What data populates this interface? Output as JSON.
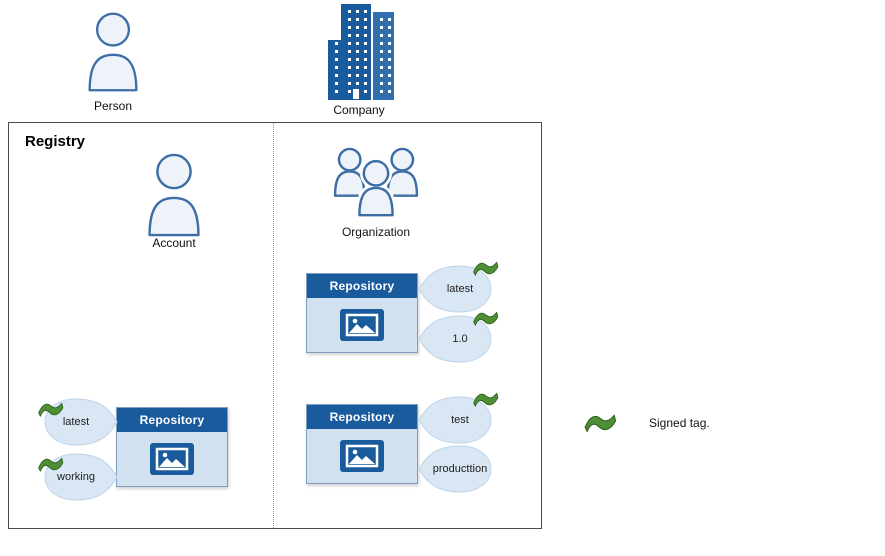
{
  "actors": {
    "person": "Person",
    "company": "Company"
  },
  "registry": {
    "label": "Registry",
    "account": {
      "label": "Account",
      "repository": {
        "header": "Repository",
        "tags": [
          {
            "label": "latest",
            "signed": true
          },
          {
            "label": "working",
            "signed": true
          }
        ]
      }
    },
    "organization": {
      "label": "Organization",
      "repositories": [
        {
          "header": "Repository",
          "tags": [
            {
              "label": "latest",
              "signed": true
            },
            {
              "label": "1.0",
              "signed": true
            }
          ]
        },
        {
          "header": "Repository",
          "tags": [
            {
              "label": "test",
              "signed": true
            },
            {
              "label": "producttion",
              "signed": false
            }
          ]
        }
      ]
    }
  },
  "legend": {
    "label": "Signed tag."
  },
  "colors": {
    "primary_blue": "#1a5b9e",
    "light_blue": "#d9e6f4",
    "repo_body_blue": "#d2e1f0",
    "signed_green": "#4e8f35",
    "icon_stroke_blue": "#3c6ea5"
  },
  "icons": {
    "person": "person-icon",
    "company": "buildings-icon",
    "account": "person-icon",
    "organization": "people-group-icon",
    "repository_image": "image-icon",
    "signed": "signed-ribbon-icon"
  }
}
